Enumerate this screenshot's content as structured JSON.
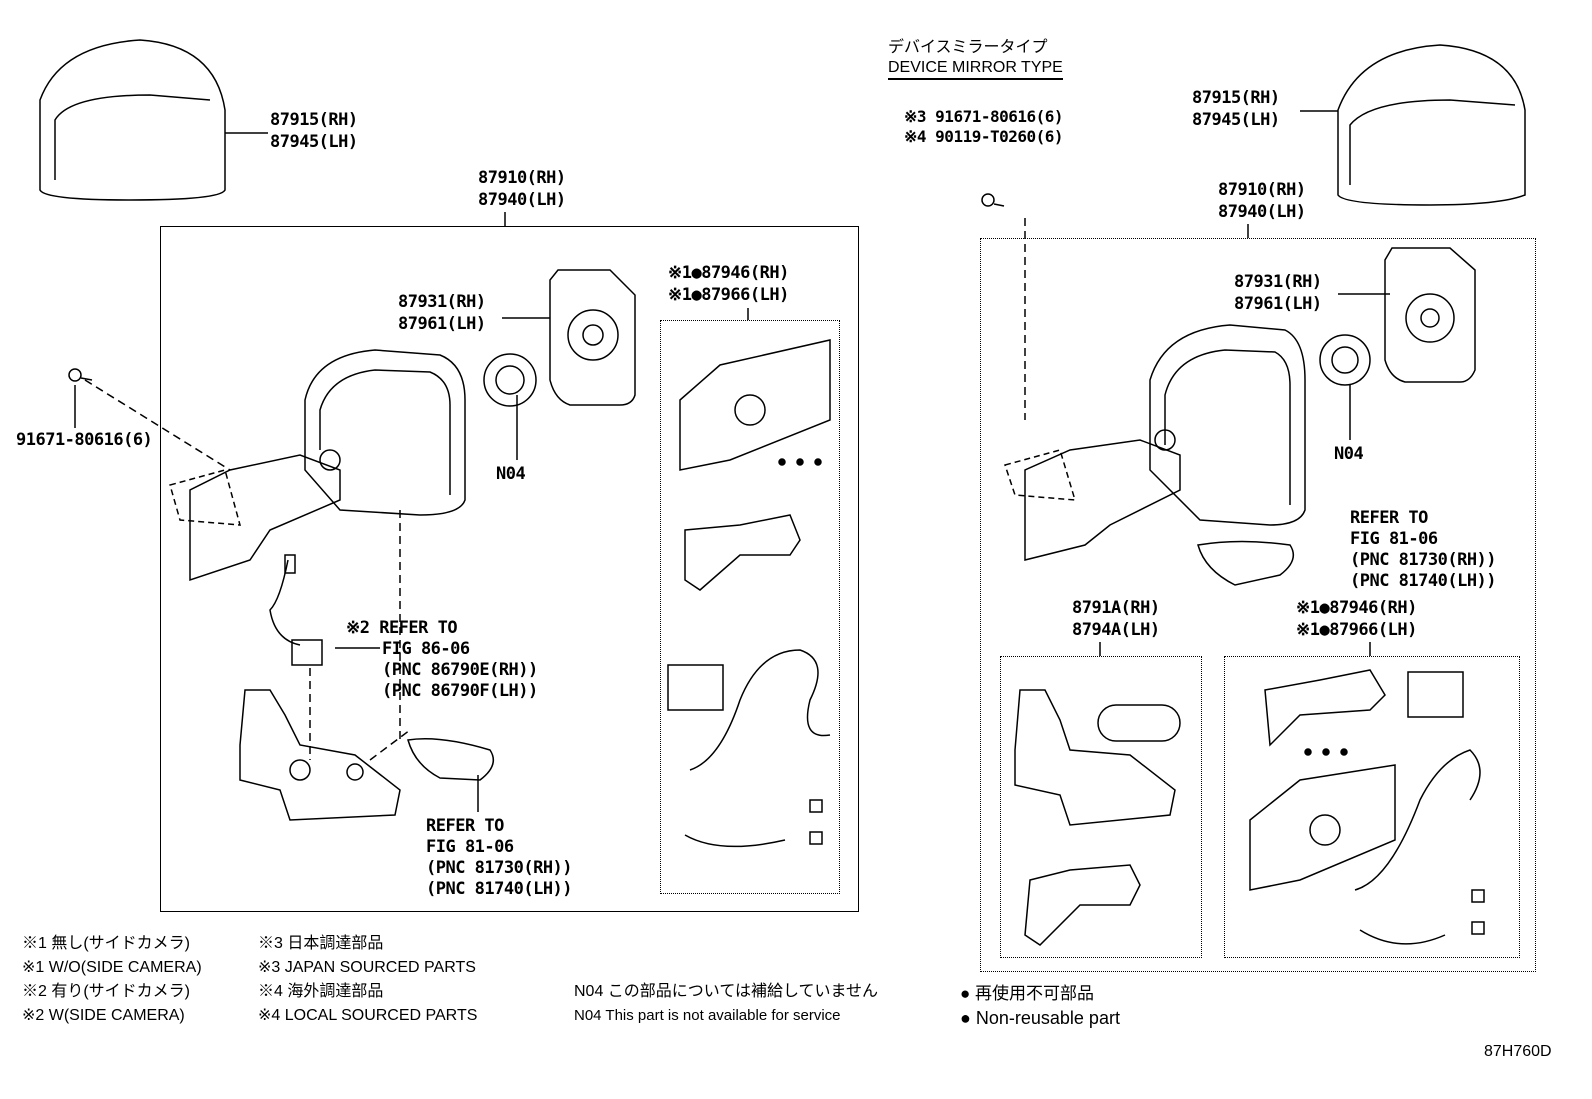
{
  "left": {
    "cover": [
      "87915(RH)",
      "87945(LH)"
    ],
    "assembly": [
      "87910(RH)",
      "87940(LH)"
    ],
    "mirror": [
      "87931(RH)",
      "87961(LH)"
    ],
    "kit": [
      "※1●87946(RH)",
      "※1●87966(LH)"
    ],
    "screw": "91671-80616(6)",
    "n04": "N04",
    "camera_ref": [
      "※2 REFER TO",
      "FIG 86-06",
      "(PNC 86790E(RH))",
      "(PNC 86790F(LH))"
    ],
    "lamp_ref": [
      "REFER TO",
      "FIG 81-06",
      "(PNC 81730(RH))",
      "(PNC 81740(LH))"
    ]
  },
  "right": {
    "type_jp": "デバイスミラータイプ",
    "type_en": "DEVICE MIRROR TYPE",
    "screws": [
      "※3 91671-80616(6)",
      "※4 90119-T0260(6)"
    ],
    "cover": [
      "87915(RH)",
      "87945(LH)"
    ],
    "assembly": [
      "87910(RH)",
      "87940(LH)"
    ],
    "mirror": [
      "87931(RH)",
      "87961(LH)"
    ],
    "n04": "N04",
    "lamp_ref": [
      "REFER TO",
      "FIG 81-06",
      "(PNC 81730(RH))",
      "(PNC 81740(LH))"
    ],
    "sub": [
      "8791A(RH)",
      "8794A(LH)"
    ],
    "kit": [
      "※1●87946(RH)",
      "※1●87966(LH)"
    ]
  },
  "legend": {
    "col1": [
      "※1 無し(サイドカメラ)",
      "※1 W/O(SIDE CAMERA)",
      "※2 有り(サイドカメラ)",
      "※2 W(SIDE CAMERA)"
    ],
    "col2": [
      "※3 日本調達部品",
      "※3 JAPAN SOURCED PARTS",
      "※4 海外調達部品",
      "※4 LOCAL SOURCED PARTS"
    ],
    "n04": [
      "N04 この部品については補給していません",
      "N04 This part is not available for service"
    ],
    "nonreusable": [
      "● 再使用不可部品",
      "● Non-reusable part"
    ]
  },
  "figure_code": "87H760D"
}
